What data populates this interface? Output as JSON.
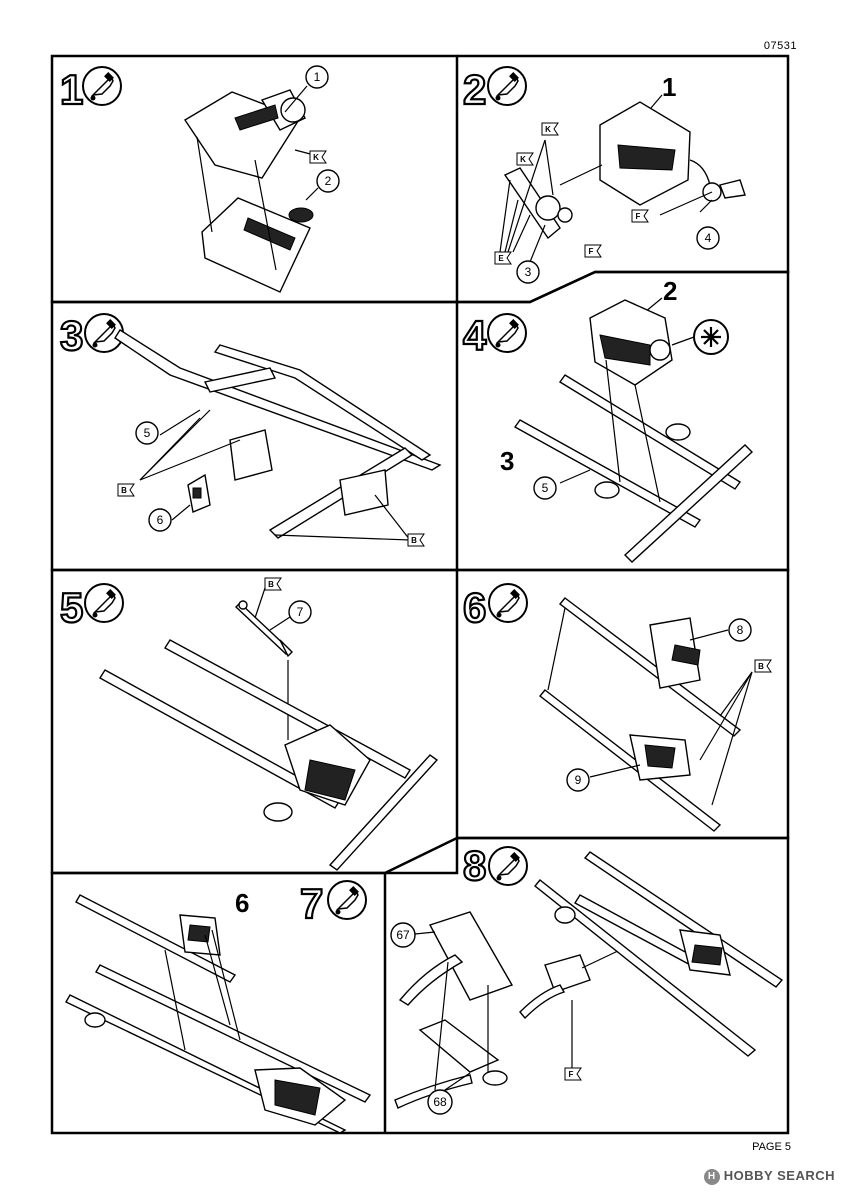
{
  "header": {
    "doc_code": "07531"
  },
  "footer": {
    "page_label": "PAGE 5",
    "watermark": "HOBBY SEARCH"
  },
  "steps": [
    {
      "number": "1",
      "callouts": [
        "1",
        "2"
      ],
      "flags": [
        "K"
      ]
    },
    {
      "number": "2",
      "big_label": "1",
      "callouts": [
        "3",
        "4"
      ],
      "flags": [
        "K",
        "K",
        "E",
        "F",
        "F"
      ]
    },
    {
      "number": "3",
      "callouts": [
        "5",
        "6"
      ],
      "flags": [
        "B",
        "B"
      ]
    },
    {
      "number": "4",
      "big_labels": [
        "2",
        "3"
      ],
      "callouts": [
        "5"
      ]
    },
    {
      "number": "5",
      "callouts": [
        "7"
      ],
      "flags": [
        "B"
      ]
    },
    {
      "number": "6",
      "callouts": [
        "8",
        "9"
      ],
      "flags": [
        "B"
      ]
    },
    {
      "number": "7",
      "big_label": "6"
    },
    {
      "number": "8",
      "callouts": [
        "67",
        "68"
      ],
      "flags": [
        "F"
      ]
    }
  ],
  "icons": {
    "glue": "glue-tube-icon",
    "asterisk": "asterisk-icon"
  }
}
